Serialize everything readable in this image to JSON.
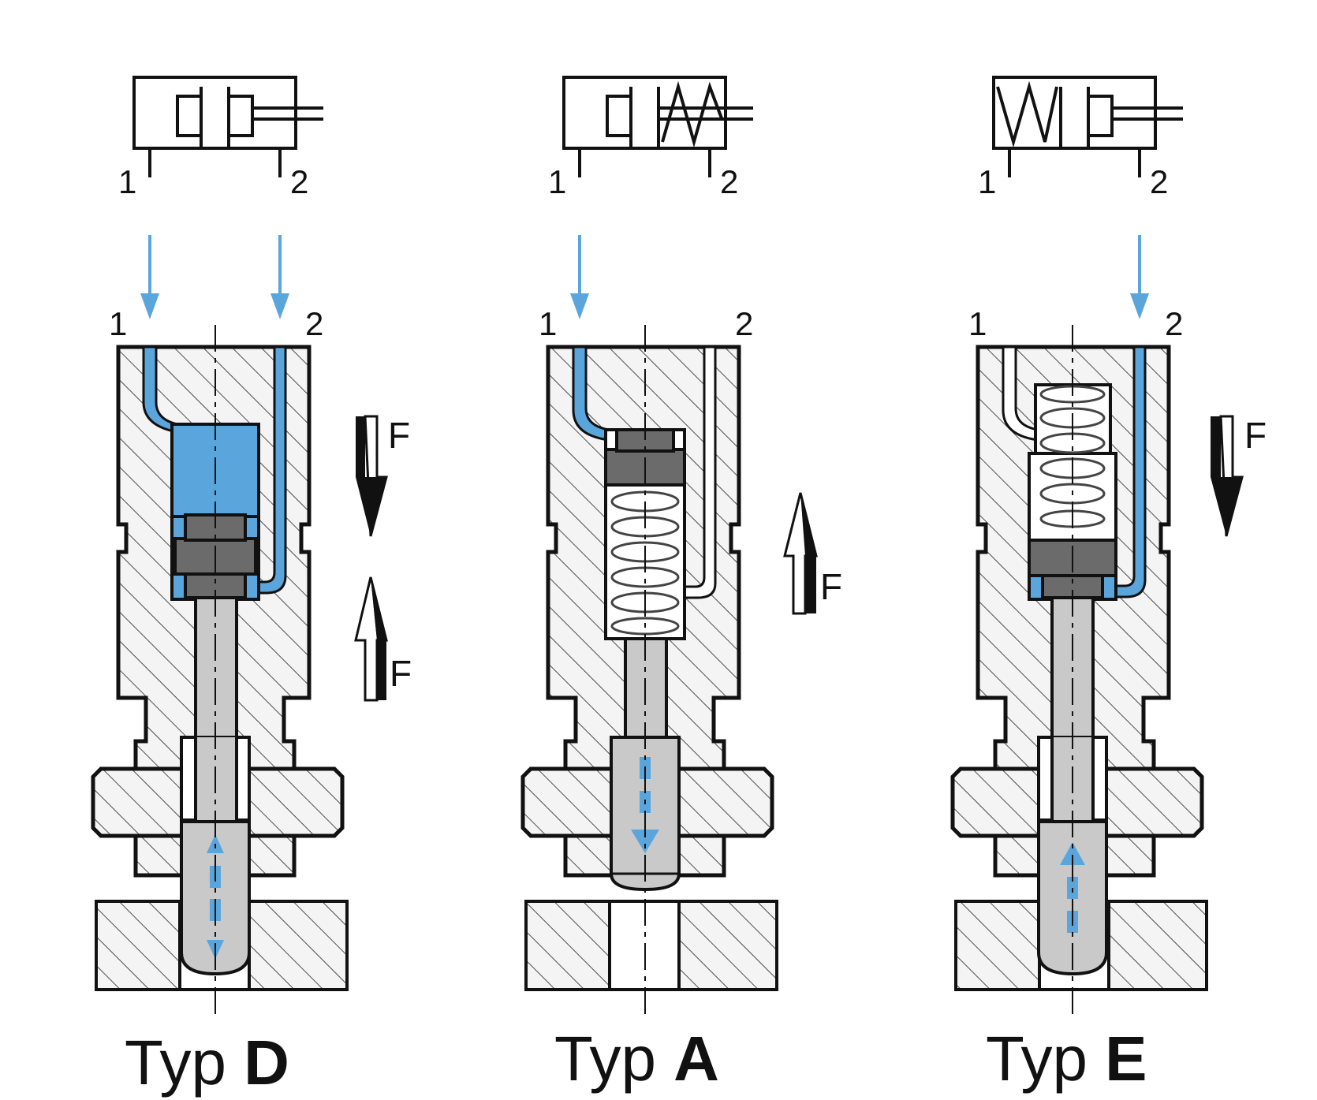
{
  "colors": {
    "air": "#5aa6dc",
    "arrow_blue": "#5aa6dc",
    "piston_dark": "#6b6b6b",
    "rod_grey": "#c9c9c9",
    "body_fill": "#f4f4f4",
    "outline": "#111111"
  },
  "units": [
    {
      "name_prefix": "Typ ",
      "name_code": "D",
      "symbol": "double-acting-cylinder",
      "symbol_ports": [
        "1",
        "2"
      ],
      "section_ports": [
        "1",
        "2"
      ],
      "pressurized_ports": [
        "1",
        "2"
      ],
      "spring": "none",
      "force_labels": [
        "F",
        "F"
      ],
      "force_directions": [
        "down",
        "up"
      ],
      "motion": "both"
    },
    {
      "name_prefix": "Typ ",
      "name_code": "A",
      "symbol": "single-acting-spring-return-cylinder",
      "symbol_ports": [
        "1",
        "2"
      ],
      "section_ports": [
        "1",
        "2"
      ],
      "pressurized_ports": [
        "1"
      ],
      "spring": "below-piston",
      "force_labels": [
        "F"
      ],
      "force_directions": [
        "up"
      ],
      "motion": "extend"
    },
    {
      "name_prefix": "Typ ",
      "name_code": "E",
      "symbol": "single-acting-spring-extend-cylinder",
      "symbol_ports": [
        "1",
        "2"
      ],
      "section_ports": [
        "1",
        "2"
      ],
      "pressurized_ports": [
        "2"
      ],
      "spring": "above-piston",
      "force_labels": [
        "F"
      ],
      "force_directions": [
        "down"
      ],
      "motion": "retract"
    }
  ]
}
